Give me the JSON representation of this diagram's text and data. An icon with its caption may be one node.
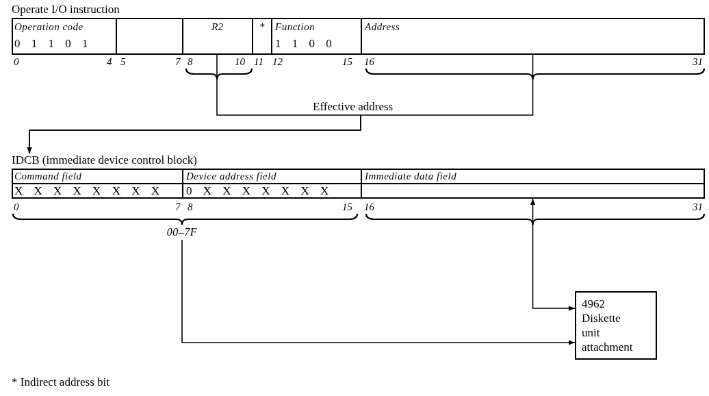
{
  "diagram": {
    "nodes": [
      {
        "text": [
          "Operate I/O instruction"
        ]
      },
      {
        "text": [
          "Operation code",
          "0 1 1 0 1"
        ],
        "in": 0
      },
      {
        "text": [],
        "shape": "box",
        "in": 0
      },
      {
        "text": [
          "R2"
        ],
        "in": 0
      },
      {
        "text": [
          "*"
        ],
        "in": 0
      },
      {
        "text": [
          "Function",
          "1 1 0 0"
        ],
        "in": 0
      },
      {
        "text": [
          "Address"
        ],
        "in": 0
      },
      {
        "text": [
          "IDCB (immediate device control block)"
        ]
      },
      {
        "text": [
          "Command field",
          "X X X X X X X X"
        ],
        "in": 7
      },
      {
        "text": [
          "Device address field",
          "0 X X X X X X X"
        ],
        "in": 7
      },
      {
        "text": [
          "Immediate data field"
        ],
        "in": 7
      },
      {
        "text": [
          "00–7F"
        ]
      },
      {
        "text": [
          "4962 Diskette unit attachment"
        ]
      }
    ],
    "edges": [
      {
        "from": 3,
        "to": 7,
        "arrow": "to",
        "label": "Effective address"
      },
      {
        "from": 6,
        "to": 7,
        "arrow": "to"
      },
      {
        "from": 11,
        "to": 12,
        "arrow": "to"
      },
      {
        "from": 10,
        "to": 12,
        "arrow": "both"
      }
    ],
    "labels": [
      "0",
      "4",
      "5",
      "7",
      "8",
      "10",
      "11",
      "12",
      "15",
      "16",
      "31",
      "0",
      "7",
      "8",
      "15",
      "16",
      "31",
      "* Indirect address bit"
    ]
  }
}
